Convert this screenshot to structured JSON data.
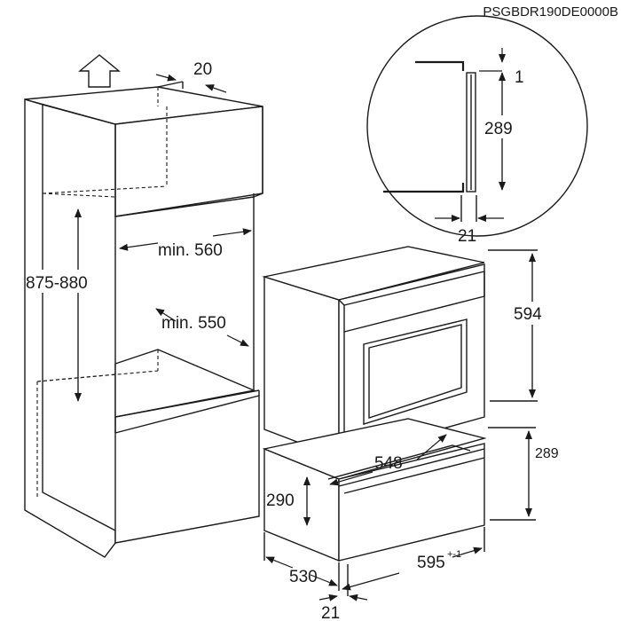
{
  "document_code": "PSGBDR190DE0000B",
  "dimensions": {
    "niche_height": "875-880",
    "top_depth": "20",
    "niche_width": "min. 560",
    "niche_depth": "min. 550",
    "detail_gap": "1",
    "detail_height": "289",
    "detail_thickness": "21",
    "oven_height": "594",
    "drawer_height_front": "289",
    "drawer_height_body": "290",
    "drawer_inner_width": "548",
    "drawer_depth": "530",
    "drawer_width": "595",
    "drawer_width_tolerance": "+-1",
    "drawer_front_thickness": "21"
  }
}
